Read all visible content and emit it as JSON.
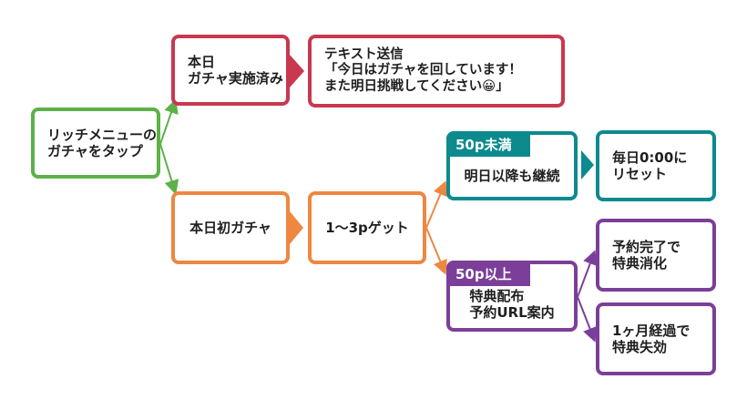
{
  "nodes": {
    "start": "リッチメニューの\nガチャをタップ",
    "already_done": "本日\nガチャ実施済み",
    "text_send": "テキスト送信\n「今日はガチャを回しています！\nまた明日挑戦してください😀」",
    "first_gacha": "本日初ガチャ",
    "get_points": "1〜3pゲット",
    "under50": "明日以降も継続",
    "reset": "毎日0:00に\nリセット",
    "over50": "特典配布\n予約URL案内",
    "reserved": "予約完了で\n特典消化",
    "expired": "1ヶ月経過で\n特典失効"
  },
  "tags": {
    "under50": "50p未満",
    "over50": "50p以上"
  },
  "colors": {
    "green": "#5cb148",
    "red": "#c8384f",
    "orange": "#ee8740",
    "teal": "#0d8a8e",
    "purple": "#7b3f99"
  }
}
